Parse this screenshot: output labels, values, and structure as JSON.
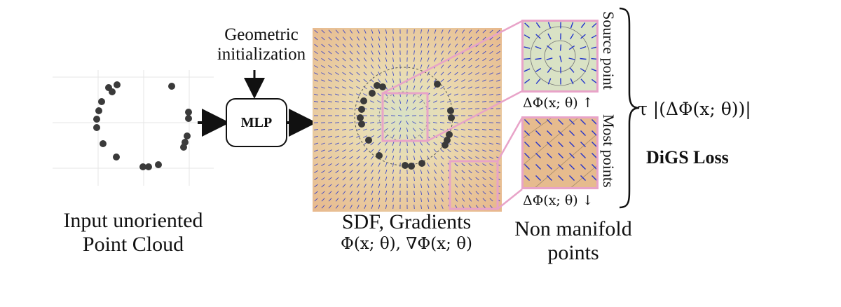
{
  "input_caption": {
    "line1": "Input unoriented",
    "line2": "Point Cloud"
  },
  "init_label": {
    "line1": "Geometric",
    "line2": "initialization"
  },
  "mlp_label": "MLP",
  "sdf_caption": {
    "line1": "SDF, Gradients",
    "line2": "Φ(x; θ), ∇Φ(x; θ)"
  },
  "nonmanifold_caption": {
    "line1": "Non manifold",
    "line2": "points"
  },
  "inset_top": {
    "side_label": "Source point",
    "formula": "ΔΦ(x; θ) ↑"
  },
  "inset_bottom": {
    "side_label": "Most points",
    "formula": "ΔΦ(x; θ) ↓"
  },
  "loss": {
    "expression": "τ |(ΔΦ(x; θ))|",
    "title": "DiGS Loss"
  },
  "colors": {
    "point": "#3a3a3a",
    "arrow": "#111111",
    "highlight": "#e8a3c8",
    "gradient_line": "#2233cc",
    "field_center": "#d9e2c5",
    "field_edge": "#e8b98d"
  }
}
